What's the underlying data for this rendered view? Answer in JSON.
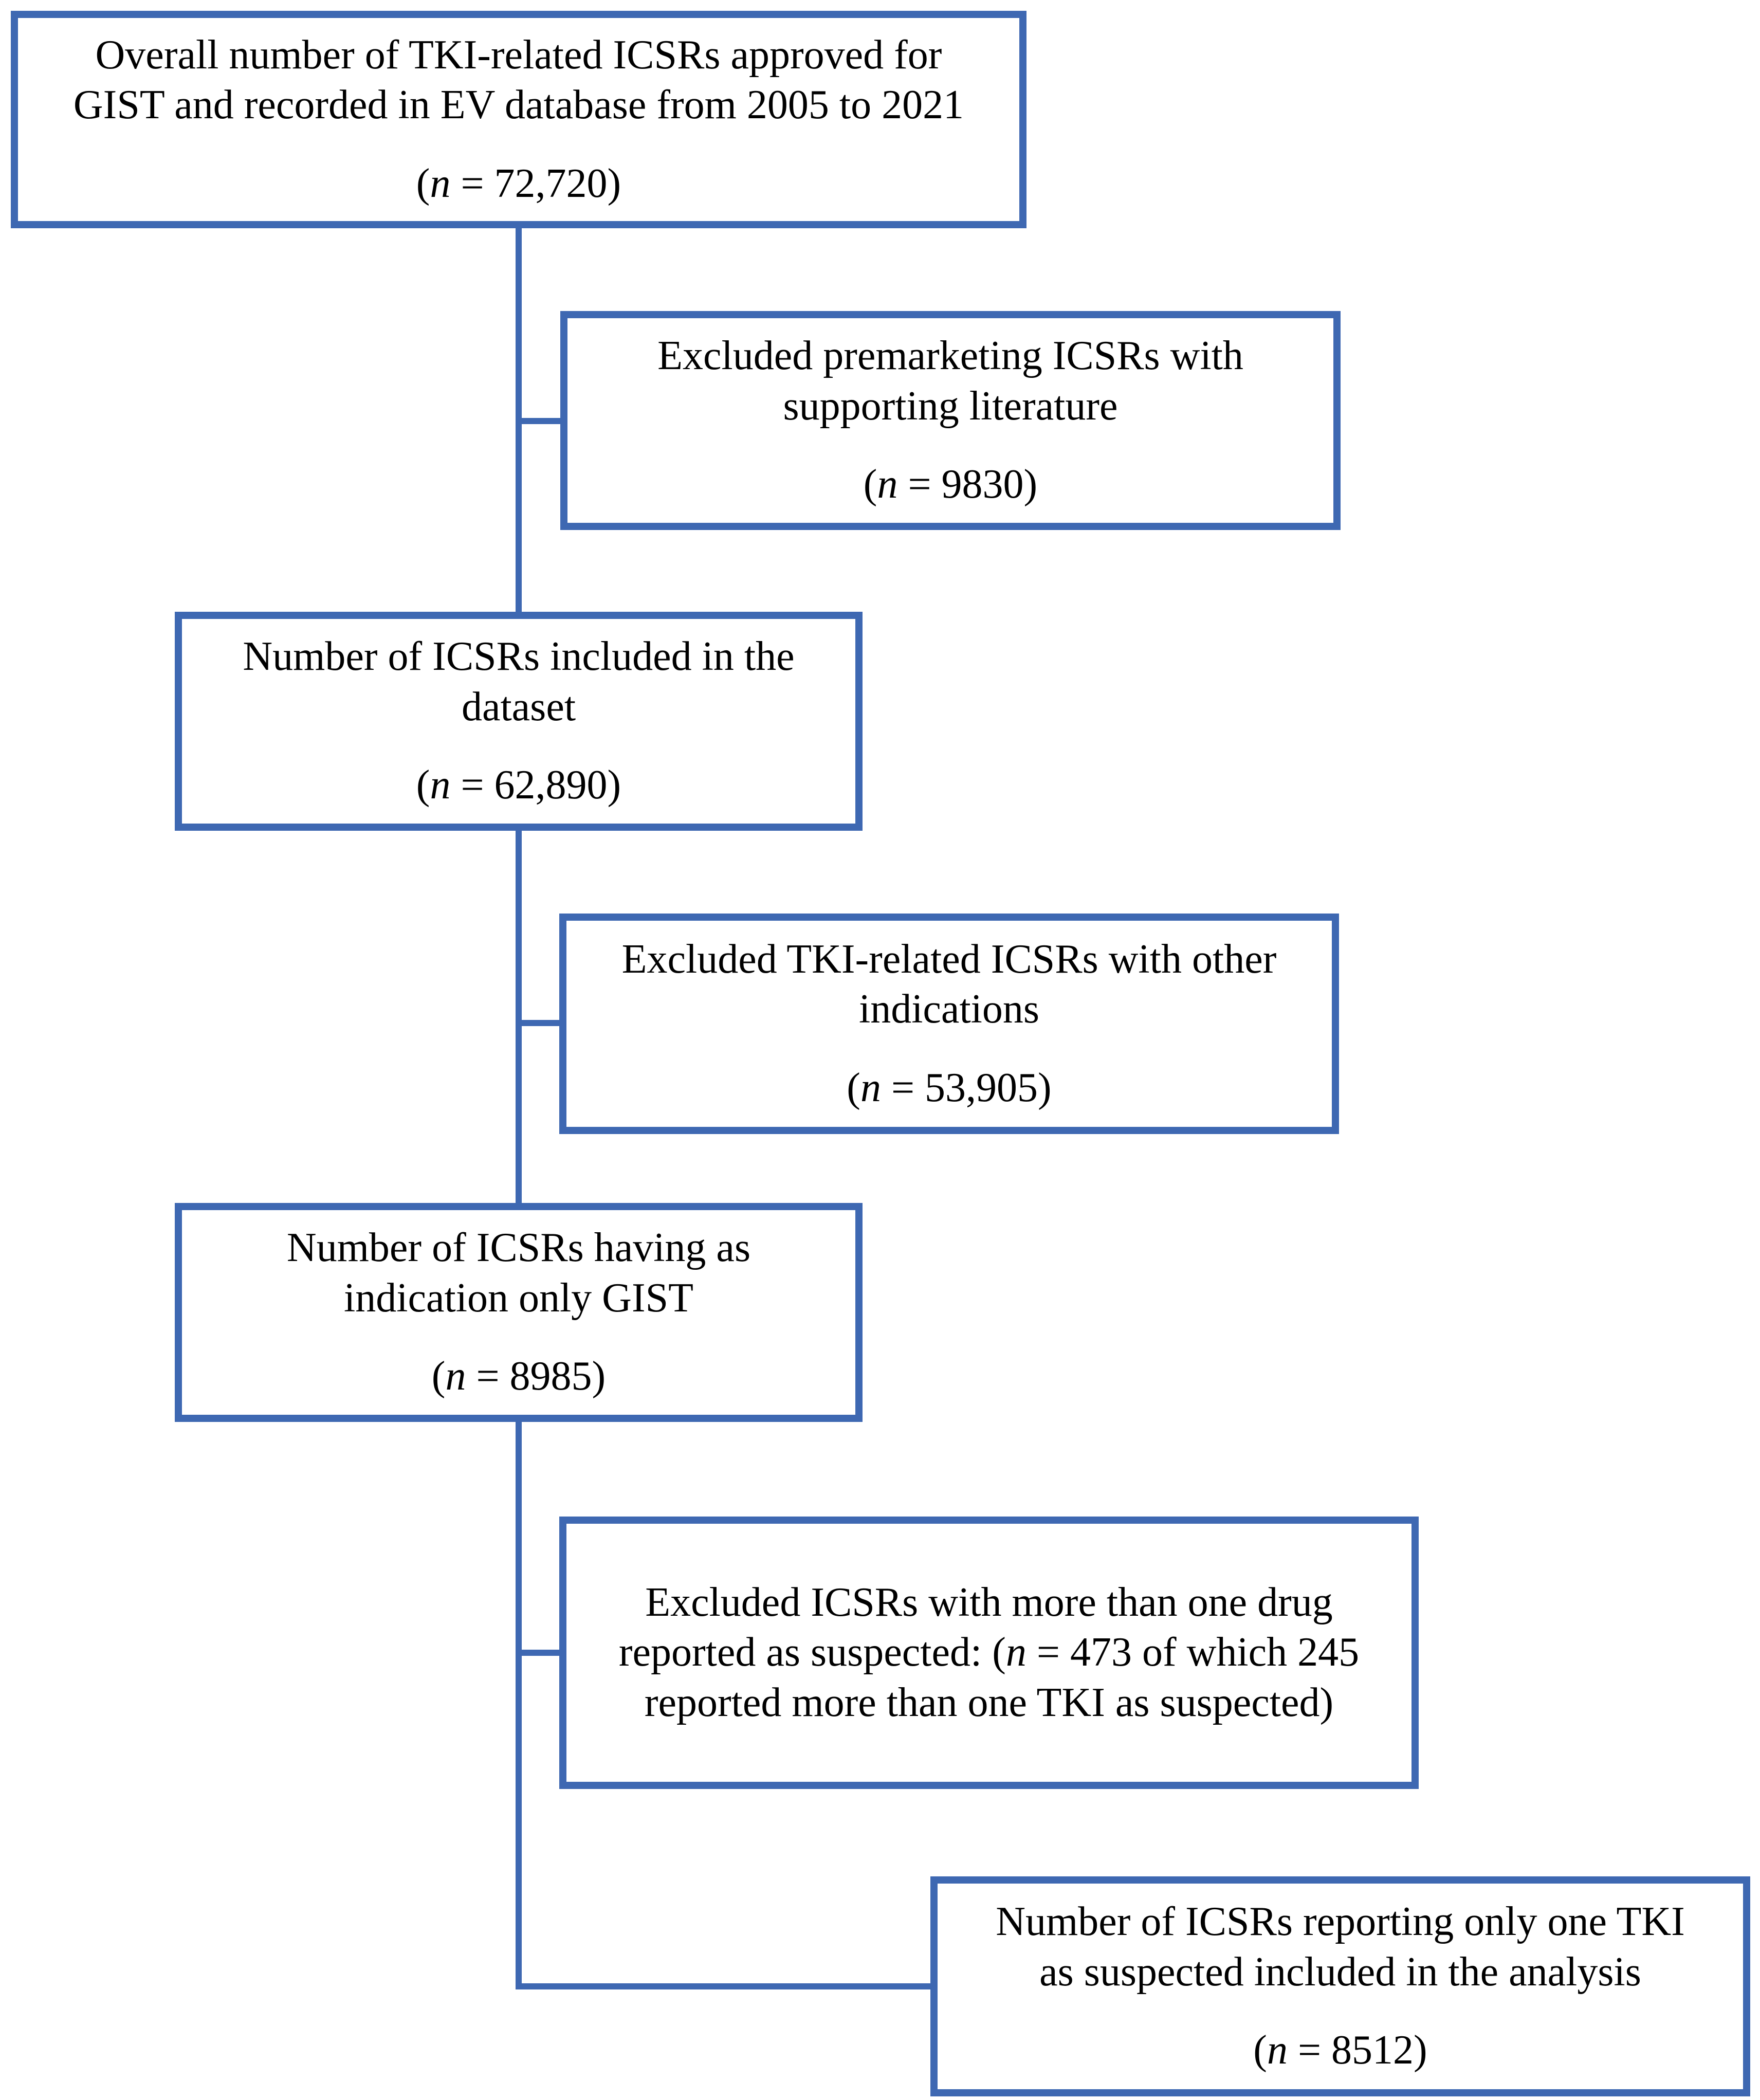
{
  "colors": {
    "line": "#3E68B2",
    "text": "#000000",
    "background": "#FFFFFF"
  },
  "n_symbol": "n",
  "boxes": [
    {
      "id": "overall-tki-icsrs",
      "lines": [
        "Overall number of TKI-related ICSRs approved for",
        "GIST and recorded in EV database from 2005 to 2021"
      ],
      "n_line": "(«n» = 72,720)"
    },
    {
      "id": "excluded-premarketing",
      "lines": [
        "Excluded premarketing ICSRs with",
        "supporting literature"
      ],
      "n_line": "(«n» = 9830)"
    },
    {
      "id": "included-in-dataset",
      "lines": [
        "Number of ICSRs included in the",
        "dataset"
      ],
      "n_line": "(«n» = 62,890)"
    },
    {
      "id": "excluded-other-indications",
      "lines": [
        "Excluded TKI-related ICSRs with other",
        "indications"
      ],
      "n_line": "(«n» = 53,905)"
    },
    {
      "id": "indication-only-gist",
      "lines": [
        "Number of ICSRs having as",
        "indication only GIST"
      ],
      "n_line": "(«n» = 8985)"
    },
    {
      "id": "excluded-multiple-suspected-drugs",
      "lines": [
        "Excluded ICSRs with more than one drug",
        "reported as suspected: («n» = 473 of which 245",
        "reported more than one TKI as suspected)"
      ],
      "n_line": null
    },
    {
      "id": "final-included-in-analysis",
      "lines": [
        "Number of ICSRs reporting only one TKI",
        "as suspected included in the analysis"
      ],
      "n_line": "(«n» = 8512)"
    }
  ],
  "flow": [
    {
      "from": "overall-tki-icsrs",
      "to": "excluded-premarketing"
    },
    {
      "from": "overall-tki-icsrs",
      "to": "included-in-dataset"
    },
    {
      "from": "included-in-dataset",
      "to": "excluded-other-indications"
    },
    {
      "from": "included-in-dataset",
      "to": "indication-only-gist"
    },
    {
      "from": "indication-only-gist",
      "to": "excluded-multiple-suspected-drugs"
    },
    {
      "from": "indication-only-gist",
      "to": "final-included-in-analysis"
    }
  ]
}
